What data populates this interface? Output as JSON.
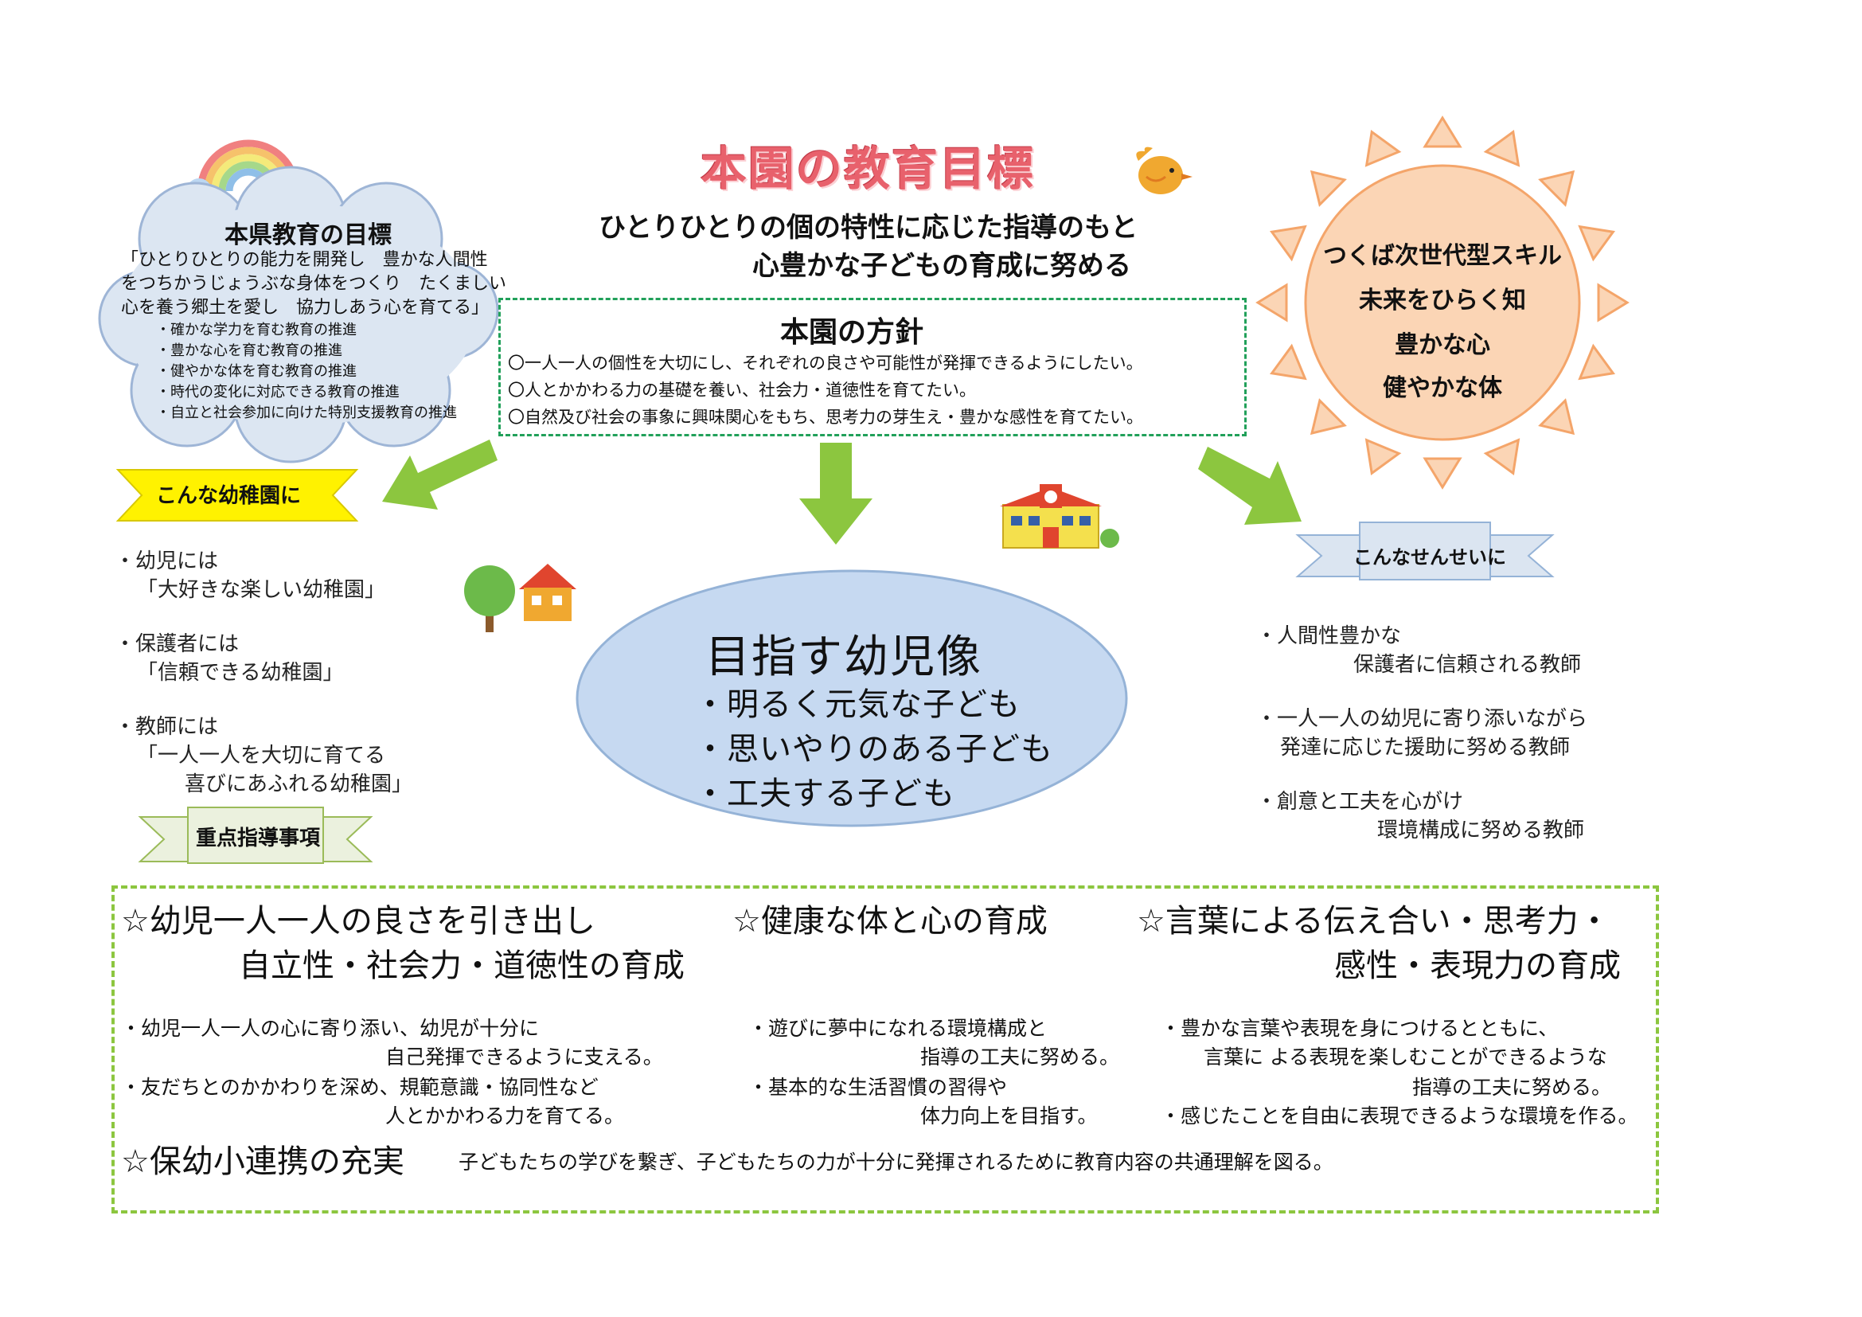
{
  "title": "本園の教育目標",
  "goal_lines": [
    "ひとりひとりの個の特性に応じた指導のもと",
    "心豊かな子どもの育成に努める"
  ],
  "prefecture": {
    "title": "本県教育の目標",
    "lines": [
      "「ひとりひとりの能力を開発し　豊かな人間性",
      "をつちかうじょうぶな身体をつくり　たくましい",
      "心を養う郷土を愛し　協力しあう心を育てる」"
    ],
    "bullets": [
      "・確かな学力を育む教育の推進",
      "・豊かな心を育む教育の推進",
      "・健やかな体を育む教育の推進",
      "・時代の変化に対応できる教育の推進",
      "・自立と社会参加に向けた特別支援教育の推進"
    ]
  },
  "policy": {
    "title": "本園の方針",
    "lines": [
      "〇一人一人の個性を大切にし、それぞれの良さや可能性が発揮できるようにしたい。",
      "〇人とかかわる力の基礎を養い、社会力・道徳性を育てたい。",
      "〇自然及び社会の事象に興味関心をもち、思考力の芽生え・豊かな感性を育てたい。"
    ]
  },
  "sun": {
    "lines": [
      "つくば次世代型スキル",
      "未来をひらく知",
      "豊かな心",
      "健やかな体"
    ]
  },
  "kindergarten": {
    "banner": "こんな幼稚園に",
    "lines": [
      "・幼児には",
      "「大好きな楽しい幼稚園」",
      "・保護者には",
      "「信頼できる幼稚園」",
      "・教師には",
      "「一人一人を大切に育てる",
      "喜びにあふれる幼稚園」"
    ]
  },
  "teacher": {
    "banner": "こんなせんせいに",
    "lines": [
      "・人間性豊かな",
      "保護者に信頼される教師",
      "・一人一人の幼児に寄り添いながら",
      "発達に応じた援助に努める教師",
      "・創意と工夫を心がけ",
      "環境構成に努める教師"
    ]
  },
  "child_image": {
    "title": "目指す幼児像",
    "items": [
      "・明るく元気な子ども",
      "・思いやりのある子ども",
      "・工夫する子ども"
    ]
  },
  "focus": {
    "banner": "重点指導事項",
    "col1_heading": [
      "☆幼児一人一人の良さを引き出し",
      "自立性・社会力・道徳性の育成"
    ],
    "col1_text": [
      "・幼児一人一人の心に寄り添い、幼児が十分に",
      "自己発揮できるように支える。",
      "・友だちとのかかわりを深め、規範意識・協同性など",
      "人とかかわる力を育てる。"
    ],
    "col2_heading": [
      "☆健康な体と心の育成"
    ],
    "col2_text": [
      "・遊びに夢中になれる環境構成と",
      "指導の工夫に努める。",
      "・基本的な生活習慣の習得や",
      "体力向上を目指す。"
    ],
    "col3_heading": [
      "☆言葉による伝え合い・思考力・",
      "感性・表現力の育成"
    ],
    "col3_text": [
      "・豊かな言葉や表現を身につけるとともに、",
      "言葉に よる表現を楽しむことができるような",
      "指導の工夫に努める。",
      "・感じたことを自由に表現できるような環境を作る。"
    ],
    "link_heading": "☆保幼小連携の充実",
    "link_text": "子どもたちの学びを繋ぎ、子どもたちの力が十分に発揮されるために教育内容の共通理解を図る。"
  },
  "colors": {
    "title": "#e8616c",
    "policy_border": "#21a05a",
    "focus_border": "#8cc63f",
    "arrow": "#8cc63f",
    "ellipse": "#c6d9f1",
    "sun": "#fbd5b5",
    "cloud": "#dce6f2"
  }
}
